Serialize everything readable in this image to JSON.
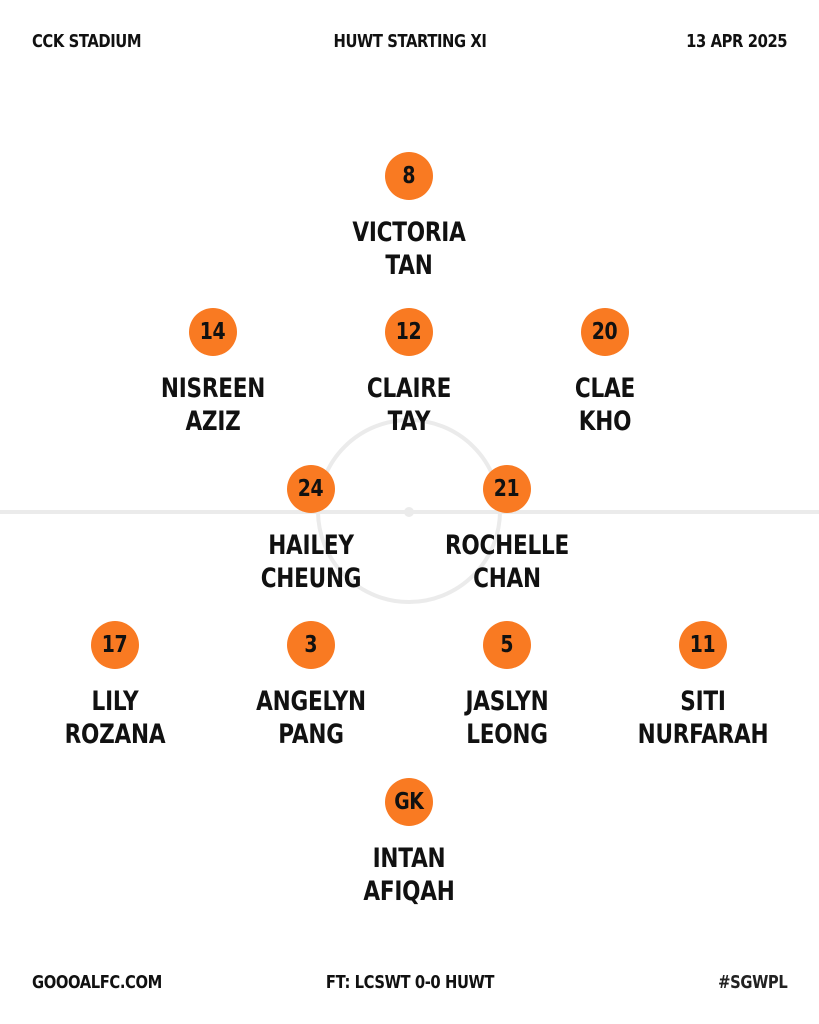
{
  "header": {
    "venue": "CCK STADIUM",
    "title": "HUWT STARTING XI",
    "date": "13 APR 2025"
  },
  "footer": {
    "site": "GOOOALFC.COM",
    "result": "FT: LCSWT 0-0 HUWT",
    "hashtag": "#SGWPL"
  },
  "colors": {
    "badge": "#f97a22",
    "pitch_lines": "#ebebeb",
    "text": "#111111"
  },
  "players": {
    "victoria": {
      "number": "8",
      "first": "VICTORIA",
      "last": "TAN"
    },
    "nisreen": {
      "number": "14",
      "first": "NISREEN",
      "last": "AZIZ"
    },
    "claire": {
      "number": "12",
      "first": "CLAIRE",
      "last": "TAY"
    },
    "clae": {
      "number": "20",
      "first": "CLAE",
      "last": "KHO"
    },
    "hailey": {
      "number": "24",
      "first": "HAILEY",
      "last": "CHEUNG"
    },
    "rochelle": {
      "number": "21",
      "first": "ROCHELLE",
      "last": "CHAN"
    },
    "lily": {
      "number": "17",
      "first": "LILY",
      "last": "ROZANA"
    },
    "angelyn": {
      "number": "3",
      "first": "ANGELYN",
      "last": "PANG"
    },
    "jaslyn": {
      "number": "5",
      "first": "JASLYN",
      "last": "LEONG"
    },
    "siti": {
      "number": "11",
      "first": "SITI",
      "last": "NURFARAH"
    },
    "intan": {
      "number": "GK",
      "first": "INTAN",
      "last": "AFIQAH"
    }
  }
}
